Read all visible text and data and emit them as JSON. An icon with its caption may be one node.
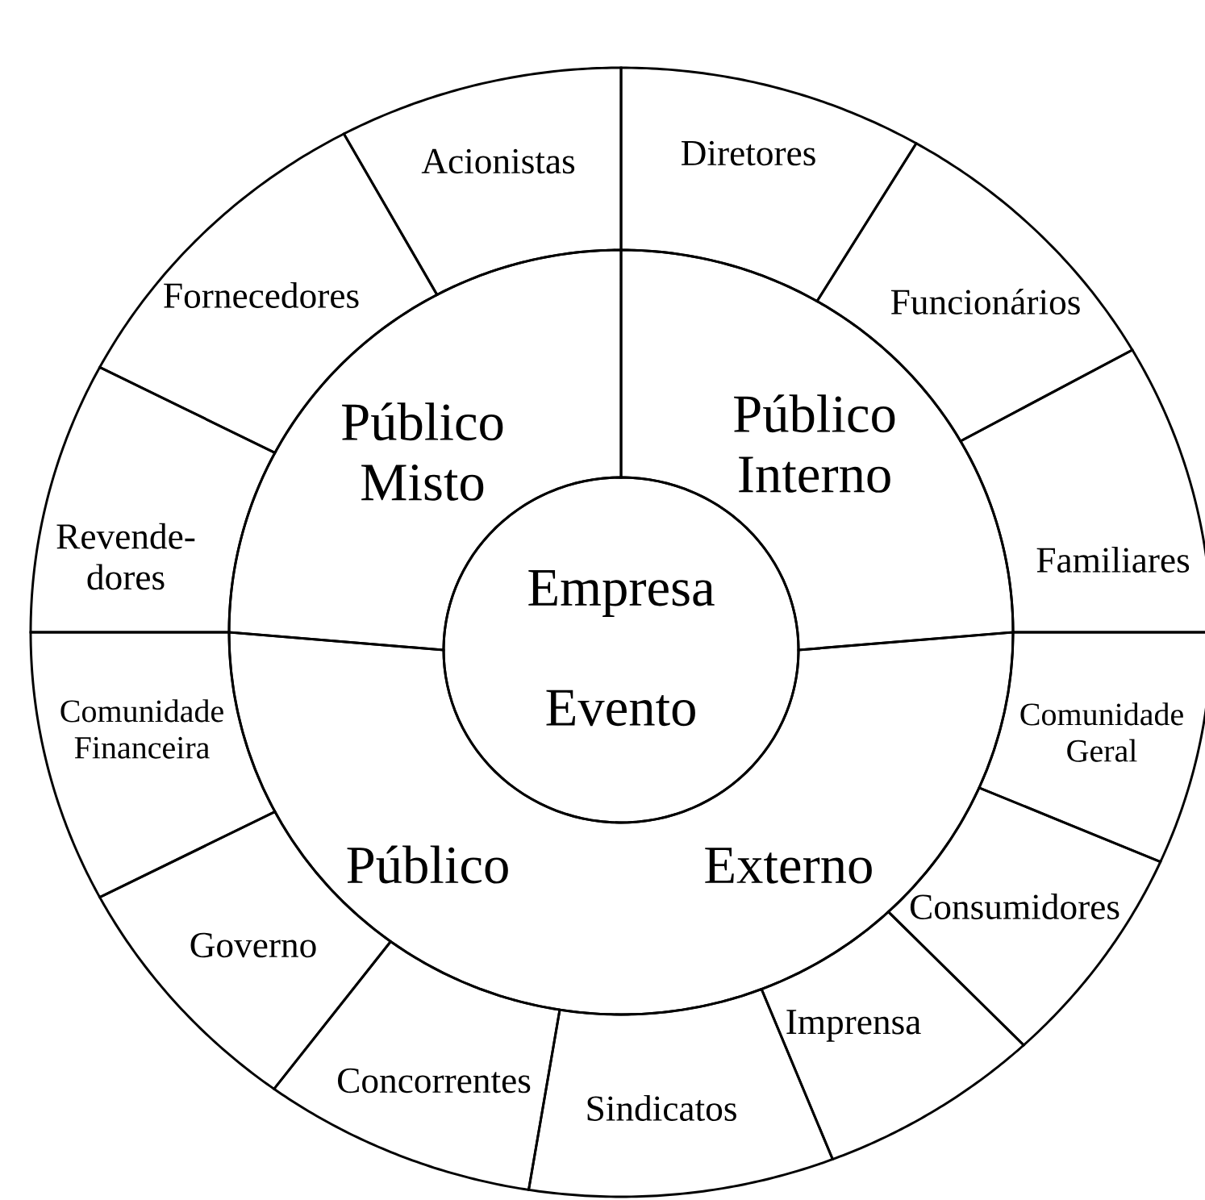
{
  "diagram": {
    "nodes": [
      {
        "text": [
          "Acionistas"
        ]
      },
      {
        "text": [
          "Diretores"
        ]
      },
      {
        "text": [
          "Fornecedores"
        ]
      },
      {
        "text": [
          "Funcionários"
        ]
      },
      {
        "text": [
          "Público Misto"
        ]
      },
      {
        "text": [
          "Público Interno"
        ]
      },
      {
        "text": [
          "Revende- dores"
        ]
      },
      {
        "text": [
          "Familiares"
        ]
      },
      {
        "text": [
          "Empresa",
          "Evento"
        ]
      },
      {
        "text": [
          "Comunidade Financeira"
        ]
      },
      {
        "text": [
          "Comunidade Geral"
        ]
      },
      {
        "text": [
          "Público Externo"
        ]
      },
      {
        "text": [
          "Governo"
        ]
      },
      {
        "text": [
          "Consumidores"
        ]
      },
      {
        "text": [
          "Imprensa"
        ]
      },
      {
        "text": [
          "Concorrentes"
        ]
      },
      {
        "text": [
          "Sindicatos"
        ]
      }
    ]
  }
}
